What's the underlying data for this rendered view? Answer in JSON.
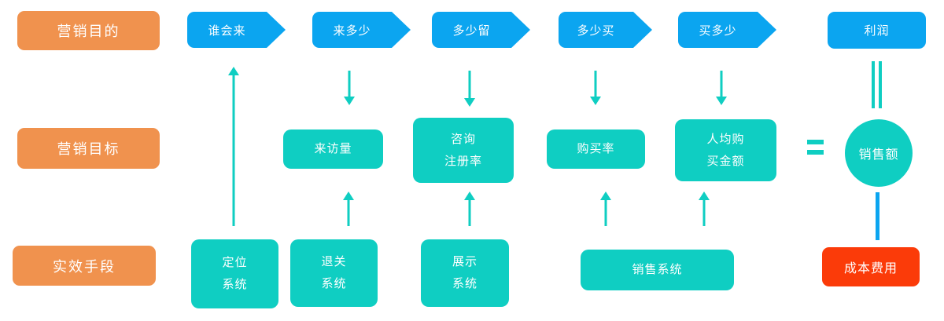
{
  "diagram": {
    "title_hidden": "",
    "row_labels": {
      "purpose": "营销目的",
      "target": "营销目标",
      "means": "实效手段"
    },
    "funnel_steps": [
      {
        "label": "谁会来"
      },
      {
        "label": "来多少"
      },
      {
        "label": "多少留"
      },
      {
        "label": "多少买"
      },
      {
        "label": "买多少"
      }
    ],
    "profit": {
      "label": "利润"
    },
    "metrics": [
      {
        "label": "来访量"
      },
      {
        "label": "咨询\n注册率"
      },
      {
        "label": "购买率"
      },
      {
        "label": "人均购\n买金额"
      }
    ],
    "sales_total": {
      "label": "销售额"
    },
    "systems": [
      {
        "label": "定位\n系统"
      },
      {
        "label": "退关\n系统"
      },
      {
        "label": "展示\n系统"
      },
      {
        "label": "销售系统"
      }
    ],
    "cost": {
      "label": "成本费用"
    },
    "colors": {
      "row_label_orange": "#F0924E",
      "funnel_blue": "#0BA5F0",
      "metric_teal": "#0FCEC2",
      "cost_red": "#FB3B09",
      "text": "#FFFFFF"
    }
  }
}
